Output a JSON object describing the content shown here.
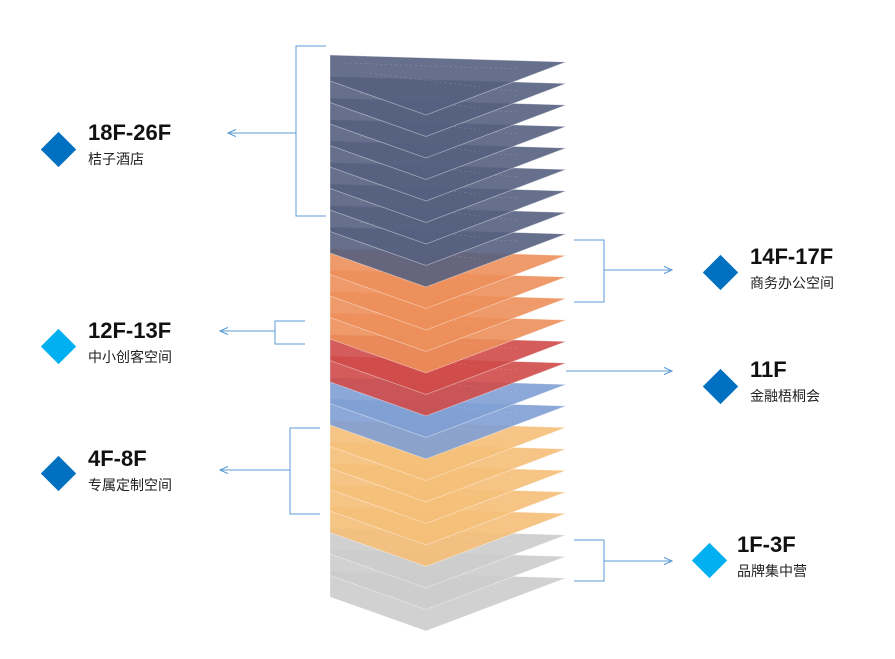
{
  "colors": {
    "arrow": "#5b9bd5",
    "diamond_dark": "#0070c0",
    "diamond_light": "#00b0f0",
    "layer_hotel": "#556080",
    "layer_office": "#ec8f5a",
    "layer_finance": "#cf4b4a",
    "layer_startup": "#7f9fd4",
    "layer_custom": "#f5bf79",
    "layer_brand": "#cccccc"
  },
  "zones": [
    {
      "floors": "18F-26F",
      "name": "桔子酒店",
      "diamond": "diamond_dark"
    },
    {
      "floors": "14F-17F",
      "name": "商务办公空间",
      "diamond": "diamond_dark"
    },
    {
      "floors": "12F-13F",
      "name": "中小创客空间",
      "diamond": "diamond_light"
    },
    {
      "floors": "11F",
      "name": "金融梧桐会",
      "diamond": "diamond_dark"
    },
    {
      "floors": "4F-8F",
      "name": "专属定制空间",
      "diamond": "diamond_dark"
    },
    {
      "floors": "1F-3F",
      "name": "品牌集中营",
      "diamond": "diamond_light"
    }
  ],
  "layer_stack": [
    "layer_brand",
    "layer_brand",
    "layer_brand",
    "layer_custom",
    "layer_custom",
    "layer_custom",
    "layer_custom",
    "layer_custom",
    "layer_startup",
    "layer_startup",
    "layer_finance",
    "layer_finance",
    "layer_office",
    "layer_office",
    "layer_office",
    "layer_office",
    "layer_hotel",
    "layer_hotel",
    "layer_hotel",
    "layer_hotel",
    "layer_hotel",
    "layer_hotel",
    "layer_hotel",
    "layer_hotel",
    "layer_hotel"
  ]
}
